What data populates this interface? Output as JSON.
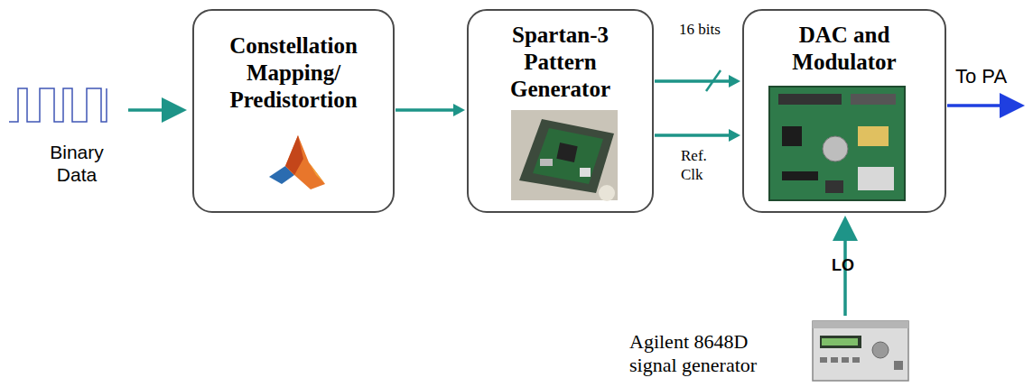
{
  "diagram": {
    "nodes": [
      {
        "text": [
          "Constellation Mapping/ Predistortion"
        ]
      },
      {
        "text": [
          "Spartan-3 Pattern Generator"
        ]
      },
      {
        "text": [
          "DAC and Modulator"
        ]
      }
    ],
    "edges": [
      {
        "from": 0,
        "to": 1,
        "arrow": "to"
      },
      {
        "from": 1,
        "to": 2,
        "arrow": "to",
        "label": "16 bits"
      },
      {
        "from": 1,
        "to": 2,
        "arrow": "to",
        "label": "Ref. Clk"
      }
    ],
    "labels": [
      "Binary Data",
      "To PA",
      "LO",
      "Agilent 8648D signal generator"
    ]
  }
}
